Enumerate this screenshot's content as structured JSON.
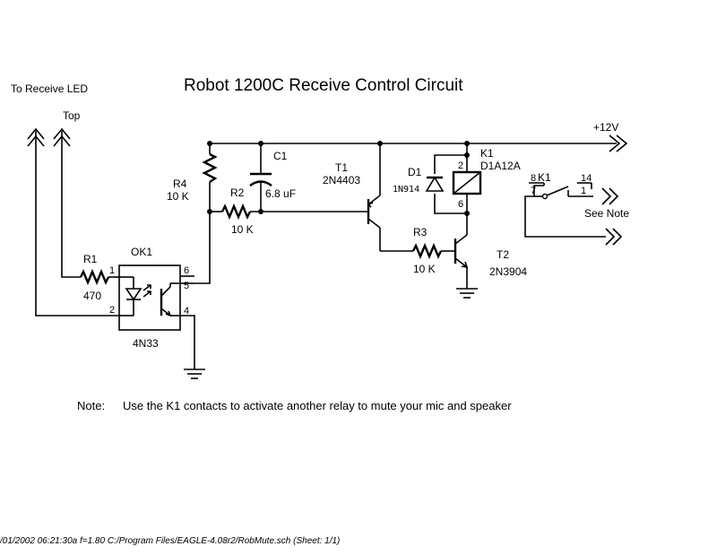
{
  "title": "Robot 1200C Receive Control Circuit",
  "labels": {
    "receive_led": "To Receive LED",
    "top": "Top",
    "supply": "+12V",
    "see_note": "See Note"
  },
  "components": {
    "r1": {
      "ref": "R1",
      "value": "470"
    },
    "r2": {
      "ref": "R2",
      "value": "10 K"
    },
    "r3": {
      "ref": "R3",
      "value": "10 K"
    },
    "r4": {
      "ref": "R4",
      "value": "10 K"
    },
    "c1": {
      "ref": "C1",
      "value": "6.8 uF"
    },
    "t1": {
      "ref": "T1",
      "value": "2N4403"
    },
    "t2": {
      "ref": "T2",
      "value": "2N3904"
    },
    "d1": {
      "ref": "D1",
      "value": "1N914"
    },
    "k1": {
      "ref": "K1",
      "value": "D1A12A",
      "contact_ref": "K1"
    },
    "ok1": {
      "ref": "OK1",
      "value": "4N33"
    }
  },
  "pins": {
    "ok1_1": "1",
    "ok1_2": "2",
    "ok1_4": "4",
    "ok1_5": "5",
    "ok1_6": "6",
    "k1_2": "2",
    "k1_6": "6",
    "k1_7": "7",
    "k1_8": "8",
    "k1_1": "1",
    "k1_14": "14"
  },
  "note": {
    "label": "Note:",
    "text": "Use the K1 contacts to activate another relay to mute your mic and speaker"
  },
  "footer": "/01/2002 06:21:30a  f=1.80  C:/Program Files/EAGLE-4.08r2/RobMute.sch (Sheet: 1/1)"
}
